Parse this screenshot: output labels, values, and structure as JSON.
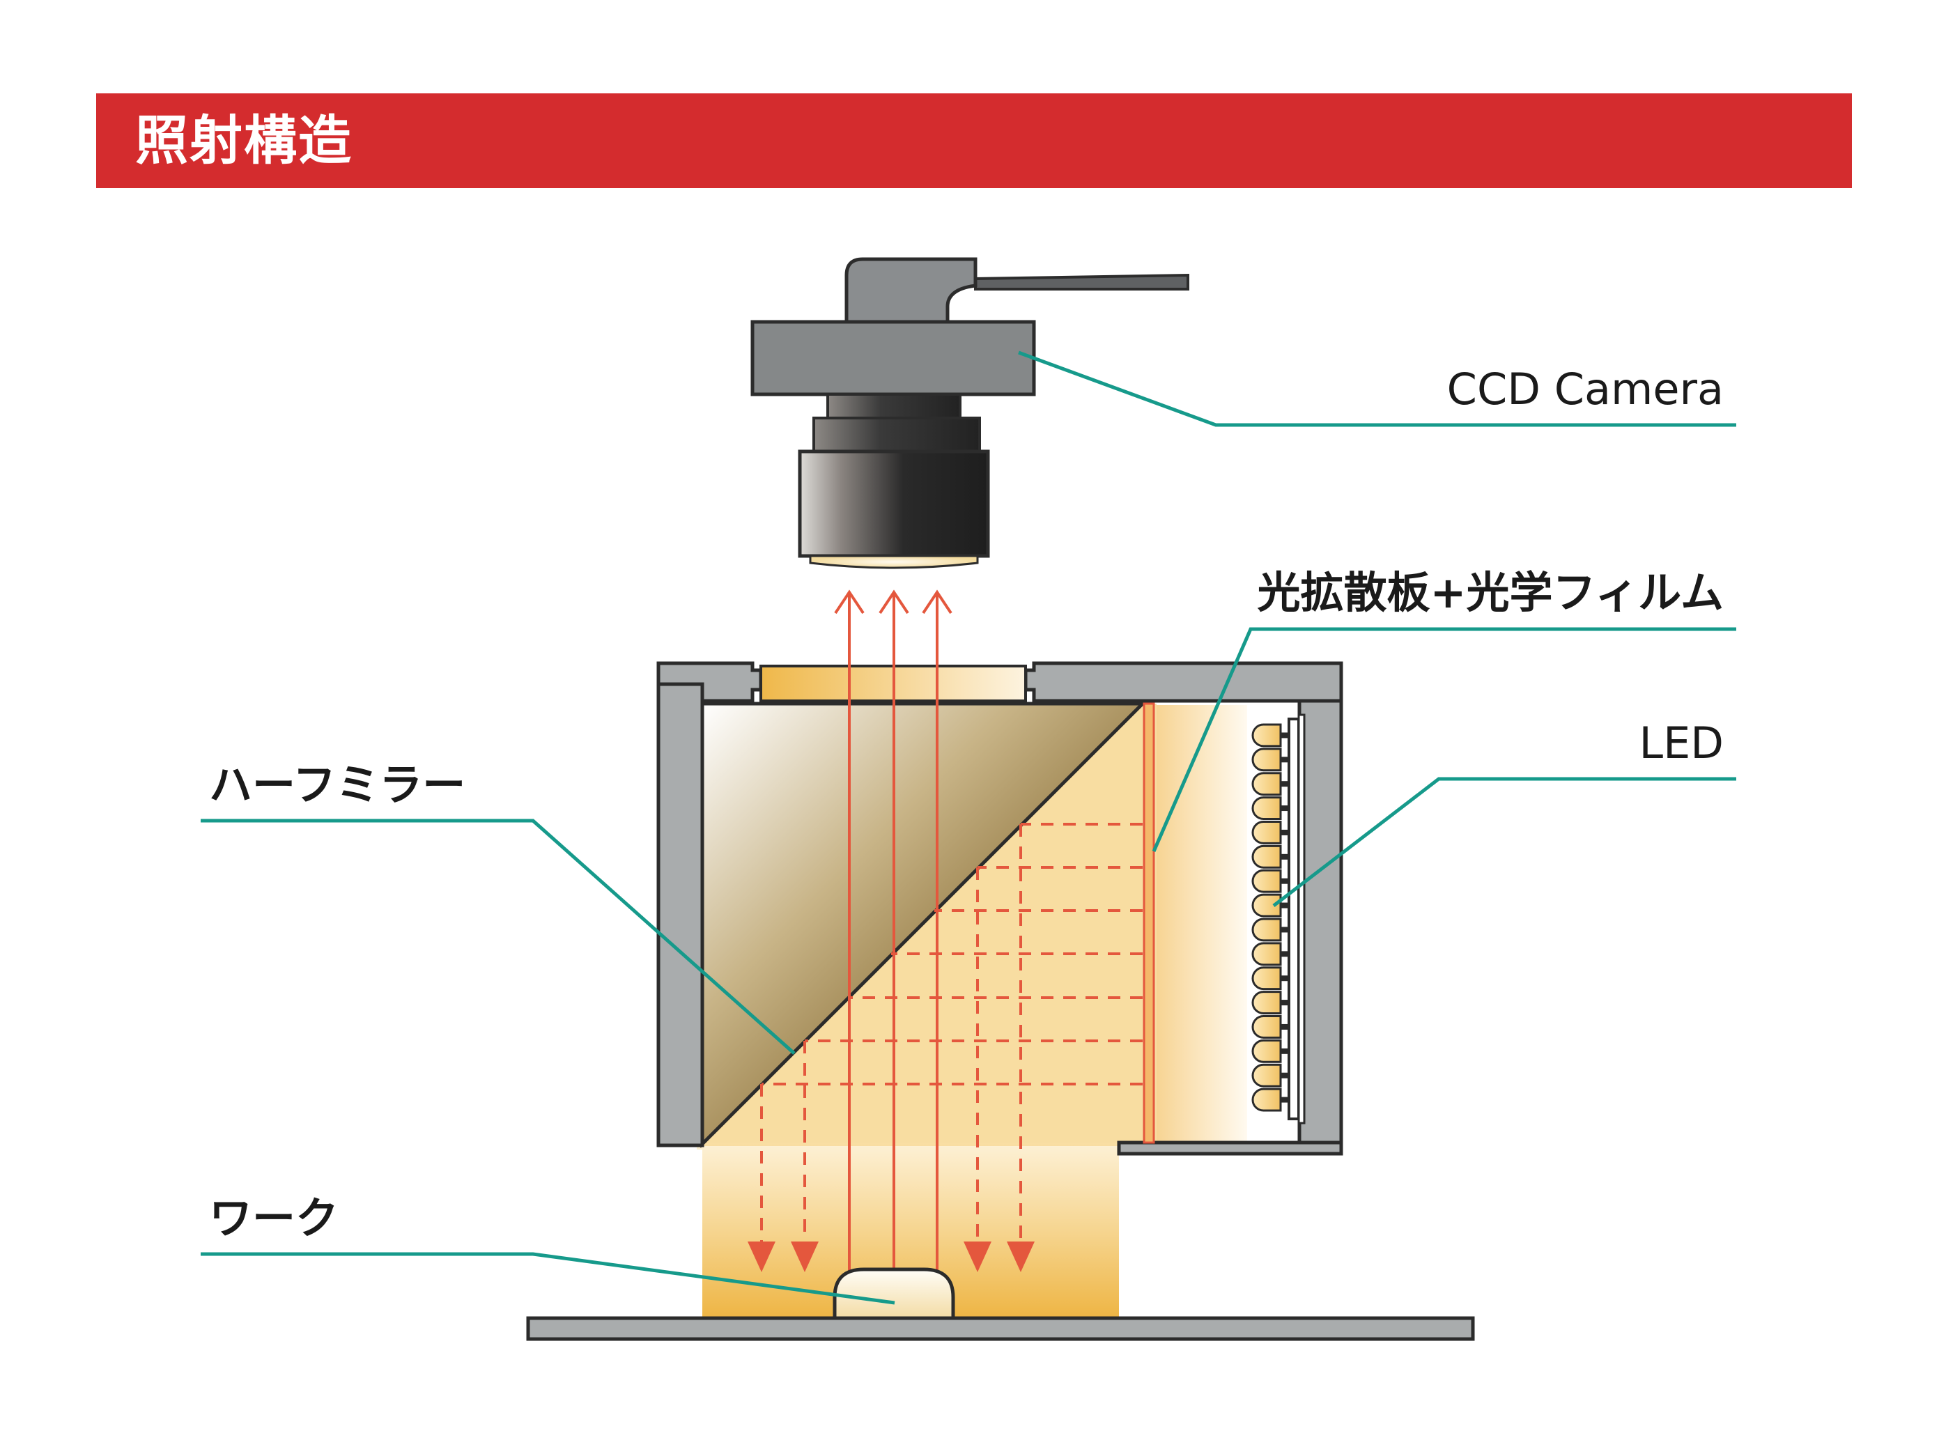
{
  "header": {
    "title": "照射構造"
  },
  "labels": {
    "camera": "CCD Camera",
    "diffuser": "光拡散板+光学フィルム",
    "led": "LED",
    "mirror": "ハーフミラー",
    "work": "ワーク"
  },
  "colors": {
    "banner": "#d42c2e",
    "housing": "#a7aaab",
    "leader": "#169a8b",
    "ray": "#e4573d",
    "glow": "#f0b94a",
    "mirror_dark": "#6b521a"
  },
  "led_count": 16
}
